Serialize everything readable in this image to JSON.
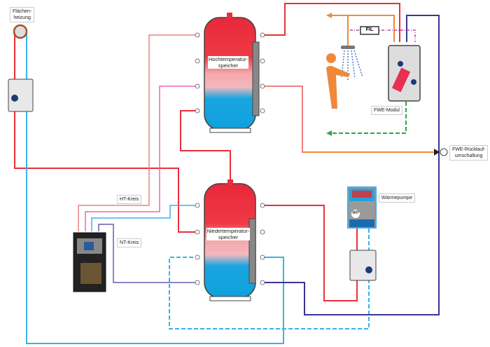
{
  "labels": {
    "flaechenheizung": "Flächen-\nheizung",
    "ht_speicher": "Hochtemperatur-\nspeicher",
    "nt_speicher": "Niedertemperatur-\nspeicher",
    "ht_kreis": "HT-Kreis",
    "nt_kreis": "NT-Kreis",
    "fwe_modul": "FWE-Modul",
    "fwe_ruecklauf": "FWE-Rücklauf-\numschaltung",
    "waermepumpe": "Wärmepumpe",
    "filter": "FIL",
    "wp": "WP"
  },
  "colors": {
    "hot": "#e8303a",
    "cold": "#3bb2e6",
    "pink": "#e86aa8",
    "salmon": "#f08080",
    "purple": "#6a5cb0",
    "navy": "#3a3590",
    "orange": "#f0883a",
    "green": "#2aa84a"
  }
}
